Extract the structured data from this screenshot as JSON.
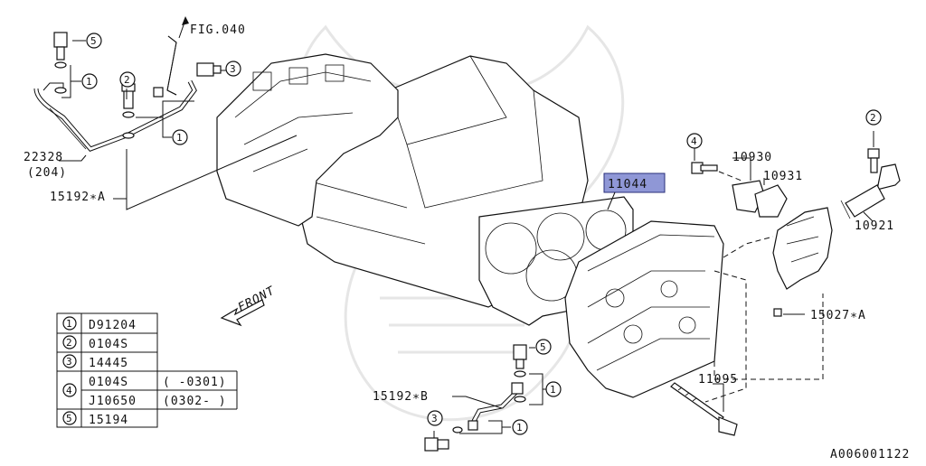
{
  "labels": {
    "fig_ref": "FIG.040",
    "part_22328": "22328",
    "part_22328_sub": "(204)",
    "part_15192a": "15192∗A",
    "part_11044": "11044",
    "part_10930": "10930",
    "part_10931": "10931",
    "part_10921": "10921",
    "part_15027a": "15027∗A",
    "part_11095": "11095",
    "part_15192b": "15192∗B",
    "front": "FRONT",
    "diagram_id": "A006001122"
  },
  "callouts": {
    "c1": "1",
    "c2": "2",
    "c3": "3",
    "c4": "4",
    "c5": "5"
  },
  "legend": {
    "rows": [
      {
        "num": "1",
        "part": "D91204",
        "range": ""
      },
      {
        "num": "2",
        "part": "0104S",
        "range": ""
      },
      {
        "num": "3",
        "part": "14445",
        "range": ""
      },
      {
        "num": "4",
        "part": "0104S",
        "range": "( -0301)"
      },
      {
        "num": "",
        "part": "J10650",
        "range": "(0302- )"
      },
      {
        "num": "5",
        "part": "15194",
        "range": ""
      }
    ]
  },
  "colors": {
    "highlight": "#8f97d6",
    "line": "#111111",
    "watermark": "#e6e6e6"
  }
}
